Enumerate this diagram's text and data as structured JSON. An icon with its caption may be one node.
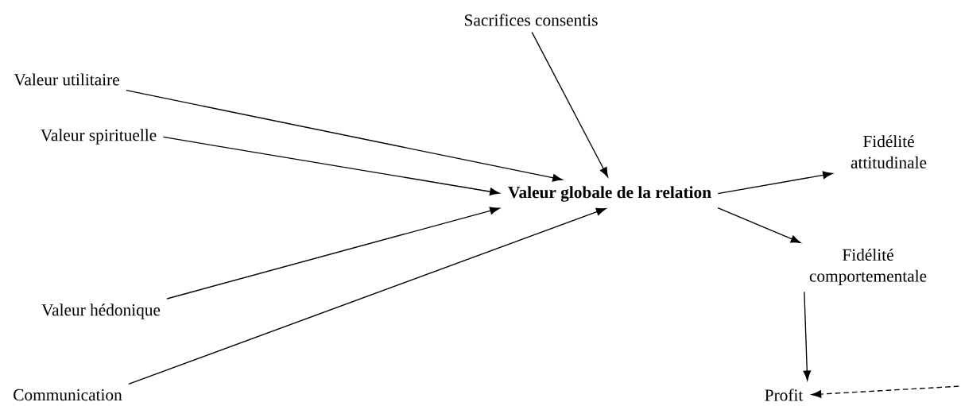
{
  "diagram": {
    "nodes": [
      {
        "text": [
          "Sacrifices consentis"
        ]
      },
      {
        "text": [
          "Valeur utilitaire"
        ]
      },
      {
        "text": [
          "Valeur spirituelle"
        ]
      },
      {
        "text": [
          "Valeur globale de la relation"
        ]
      },
      {
        "text": [
          "Fidélité attitudinale"
        ]
      },
      {
        "text": [
          "Valeur hédonique"
        ]
      },
      {
        "text": [
          "Fidélité comportementale"
        ]
      },
      {
        "text": [
          "Communication"
        ]
      },
      {
        "text": [
          "Profit"
        ]
      }
    ],
    "edges": [
      {
        "from": 0,
        "to": 3,
        "arrow": "to"
      },
      {
        "from": 1,
        "to": 3,
        "arrow": "to"
      },
      {
        "from": 2,
        "to": 3,
        "arrow": "to"
      },
      {
        "from": 5,
        "to": 3,
        "arrow": "to"
      },
      {
        "from": 7,
        "to": 3,
        "arrow": "to"
      },
      {
        "from": 3,
        "to": 4,
        "arrow": "to"
      },
      {
        "from": 3,
        "to": 6,
        "arrow": "to"
      },
      {
        "from": 6,
        "to": 8,
        "arrow": "to"
      },
      {
        "from": null,
        "to": 8,
        "arrow": "to",
        "style": "dashed"
      }
    ]
  }
}
